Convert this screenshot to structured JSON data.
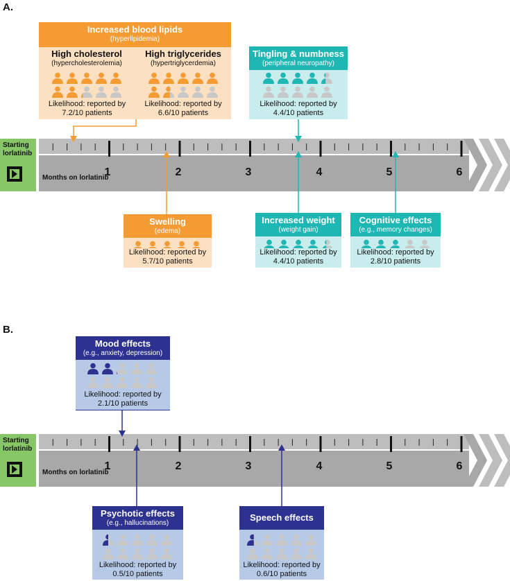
{
  "panels": {
    "a_label": "A.",
    "b_label": "B."
  },
  "timeline": {
    "start_label": "Starting lorlatinib",
    "months_label": "Months on lorlatinib",
    "tick_labels": [
      "1",
      "2",
      "3",
      "4",
      "5",
      "6"
    ]
  },
  "colors": {
    "orange": "#f49c33",
    "orange_light": "#fde0c2",
    "teal": "#1fb7b4",
    "teal_light": "#c9ecec",
    "navy": "#2d3190",
    "navy_light": "#b6c9e6",
    "grey_person": "#c8c8c8",
    "timeline_grey": "#a8a8a8",
    "start_green": "#88c767"
  },
  "panel_a": {
    "hyperlipidemia": {
      "title": "Increased blood lipids",
      "subtitle": "(hyperlipidemia)",
      "cholesterol": {
        "title": "High cholesterol",
        "subtitle": "(hypercholesterolemia)",
        "likelihood_line1": "Likelihood: reported by",
        "likelihood_line2": "7.2/10 patients",
        "value": 7.2
      },
      "triglycerides": {
        "title": "High triglycerides",
        "subtitle": "(hypertriglycerdemia)",
        "likelihood_line1": "Likelihood: reported by",
        "likelihood_line2": "6.6/10 patients",
        "value": 6.6
      }
    },
    "neuropathy": {
      "title": "Tingling & numbness",
      "subtitle": "(peripheral neuropathy)",
      "likelihood_line1": "Likelihood: reported by",
      "likelihood_line2": "4.4/10 patients",
      "value": 4.4
    },
    "edema": {
      "title": "Swelling",
      "subtitle": "(edema)",
      "likelihood_line1": "Likelihood: reported by",
      "likelihood_line2": "5.7/10 patients",
      "value": 5.7
    },
    "weight": {
      "title": "Increased weight",
      "subtitle": "(weight gain)",
      "likelihood_line1": "Likelihood: reported by",
      "likelihood_line2": "4.4/10 patients",
      "value": 4.4
    },
    "cognitive": {
      "title": "Cognitive effects",
      "subtitle": "(e.g., memory changes)",
      "likelihood_line1": "Likelihood: reported by",
      "likelihood_line2": "2.8/10 patients",
      "value": 2.8
    }
  },
  "panel_b": {
    "mood": {
      "title": "Mood effects",
      "subtitle": "(e.g., anxiety, depression)",
      "likelihood_line1": "Likelihood: reported by",
      "likelihood_line2": "2.1/10 patients",
      "value": 2.1
    },
    "psychotic": {
      "title": "Psychotic effects",
      "subtitle": "(e.g., hallucinations)",
      "likelihood_line1": "Likelihood: reported by",
      "likelihood_line2": "0.5/10 patients",
      "value": 0.5
    },
    "speech": {
      "title": "Speech effects",
      "likelihood_line1": "Likelihood: reported by",
      "likelihood_line2": "0.6/10 patients",
      "value": 0.6
    }
  }
}
